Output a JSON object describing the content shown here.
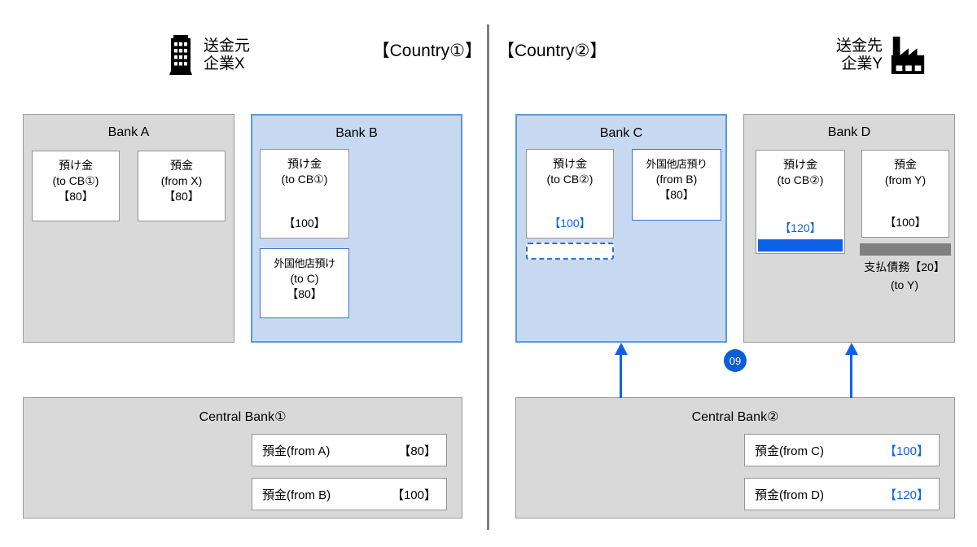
{
  "header": {
    "country1_label": "【Country①】",
    "country2_label": "【Country②】",
    "sender": {
      "icon": "office-building-icon",
      "line1": "送金元",
      "line2": "企業X"
    },
    "receiver": {
      "icon": "factory-icon",
      "line1": "送金先",
      "line2": "企業Y"
    }
  },
  "bank_a": {
    "title": "Bank A",
    "deposit_to_cb1": {
      "line1": "預け金",
      "line2": "(to CB①)",
      "value": "【80】"
    },
    "deposit_from_x": {
      "line1": "預金",
      "line2": "(from X)",
      "value": "【80】"
    }
  },
  "bank_b": {
    "title": "Bank B",
    "deposit_to_cb1": {
      "line1": "預け金",
      "line2": "(to CB①)",
      "value": "【100】"
    },
    "foreign_nostro": {
      "line1": "外国他店預け",
      "line2": "(to C)",
      "value": "【80】"
    }
  },
  "bank_c": {
    "title": "Bank C",
    "deposit_to_cb2": {
      "line1": "預け金",
      "line2": "(to CB②)",
      "value": "【100】"
    },
    "foreign_vostro": {
      "line1": "外国他店預り",
      "line2": "(from B)",
      "value": "【80】"
    }
  },
  "bank_d": {
    "title": "Bank D",
    "deposit_to_cb2": {
      "line1": "預け金",
      "line2": "(to CB②)",
      "value": "【120】"
    },
    "deposit_from_y": {
      "line1": "預金",
      "line2": "(from Y)",
      "value": "【100】"
    },
    "payable": {
      "line1": "支払債務【20】",
      "line2": "(to Y)"
    }
  },
  "central_bank_1": {
    "title": "Central Bank①",
    "rows": [
      {
        "label": "預金(from A)",
        "value": "【80】"
      },
      {
        "label": "預金(from B)",
        "value": "【100】"
      }
    ]
  },
  "central_bank_2": {
    "title": "Central Bank②",
    "rows": [
      {
        "label": "預金(from C)",
        "value": "【100】"
      },
      {
        "label": "預金(from D)",
        "value": "【120】"
      }
    ]
  },
  "step_badge": "09",
  "colors": {
    "accent_blue": "#0b62e8",
    "badge_blue": "#0b5ed7",
    "bank_blue_fill": "#c6d9f1",
    "bank_blue_border": "#5b9bd5",
    "gray_fill": "#d9d9d9",
    "payable_bar_gray": "#808080",
    "divider_gray": "#7f7f7f"
  }
}
